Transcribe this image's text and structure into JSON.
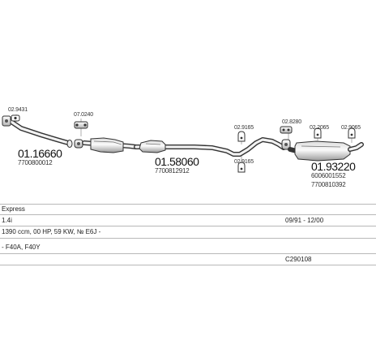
{
  "parts": {
    "front_pipe": {
      "number": "01.16660",
      "oem": "7700800012"
    },
    "cat_converter": {
      "number": "01.58060",
      "oem": "7700812912"
    },
    "rear_silencer": {
      "number": "01.93220",
      "oem1": "6006001552",
      "oem2": "7700810392"
    }
  },
  "accessories": {
    "a1": "02.9431",
    "a2": "07.0240",
    "a3": "02.9165",
    "a4": "02.9165",
    "a5": "02.8280",
    "a6": "02.2065",
    "a7": "02.9065"
  },
  "info": {
    "model": "Express",
    "engine": "1.4i",
    "date_range": "09/91 - 12/00",
    "spec": "1390 ccm, 00 HP, 59 KW, № E6J -",
    "variant": "- F40A, F40Y",
    "code": "C290108"
  },
  "colors": {
    "pipe_stroke": "#333333",
    "pipe_fill": "#f4f4f4",
    "shade": "#8a8a8a",
    "rule": "#b8b8b8"
  }
}
